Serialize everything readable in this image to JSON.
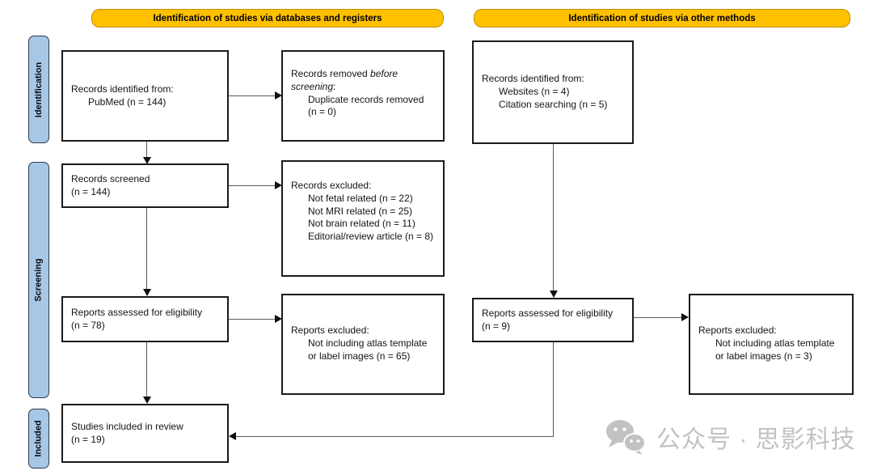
{
  "headers": {
    "databases": "Identification of studies via databases and registers",
    "other": "Identification of studies via other methods"
  },
  "stages": {
    "identification": "Identification",
    "screening": "Screening",
    "included": "Included"
  },
  "boxes": {
    "db_identified": {
      "l1": "Records identified from:",
      "l2": "PubMed (n = 144)"
    },
    "db_removed": {
      "l1a": "Records removed ",
      "l1b_italic": "before",
      "l2a_italic": "screening",
      "l2b": ":",
      "l3": "Duplicate records removed",
      "l4": "(n = 0)"
    },
    "screened": {
      "l1": "Records screened",
      "l2": "(n = 144)"
    },
    "records_excluded": {
      "l1": "Records excluded:",
      "l2": "Not fetal related (n = 22)",
      "l3": "Not MRI related (n = 25)",
      "l4": "Not brain related (n = 11)",
      "l5": "Editorial/review article (n = 8)"
    },
    "db_eligibility": {
      "l1": "Reports assessed for eligibility",
      "l2": "(n = 78)"
    },
    "db_reports_excluded": {
      "l1": "Reports excluded:",
      "l2": "Not including atlas template",
      "l3": "or label images (n = 65)"
    },
    "included_review": {
      "l1": "Studies included in review",
      "l2": "(n = 19)"
    },
    "other_identified": {
      "l1": "Records identified from:",
      "l2": "Websites (n = 4)",
      "l3": "Citation searching (n = 5)"
    },
    "other_eligibility": {
      "l1": "Reports assessed for eligibility",
      "l2": "(n = 9)"
    },
    "other_reports_excluded": {
      "l1": "Reports excluded:",
      "l2": "Not including atlas template",
      "l3": "or label images (n = 3)"
    }
  },
  "watermark": {
    "icon": "wechat-icon",
    "text": "公众号 · 思影科技"
  },
  "colors": {
    "header_bg": "#FFC000",
    "header_border": "#BF9000",
    "stage_bg": "#A7C7E7",
    "stage_border": "#2b3a4a",
    "box_border": "#1a1a1a",
    "arrow_line": "#595959",
    "arrow_head": "#111111",
    "watermark": "#c2c2c2"
  }
}
